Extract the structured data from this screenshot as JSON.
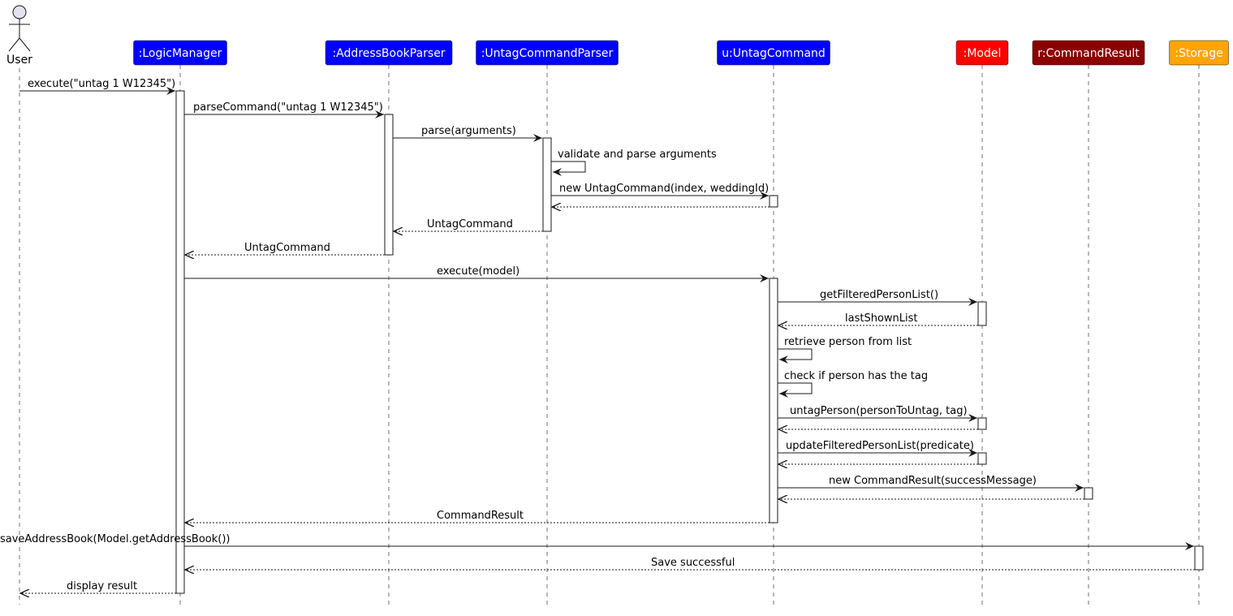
{
  "actor": {
    "name": "User"
  },
  "participants": [
    {
      "id": "lm",
      "label": ":LogicManager",
      "color": "#0000FF",
      "text_color": "#ffffff"
    },
    {
      "id": "abp",
      "label": ":AddressBookParser",
      "color": "#0000FF",
      "text_color": "#ffffff"
    },
    {
      "id": "ucp",
      "label": ":UntagCommandParser",
      "color": "#0000FF",
      "text_color": "#ffffff"
    },
    {
      "id": "uc",
      "label": "u:UntagCommand",
      "color": "#0000FF",
      "text_color": "#ffffff"
    },
    {
      "id": "m",
      "label": ":Model",
      "color": "#FF0000",
      "text_color": "#ffffff"
    },
    {
      "id": "cr",
      "label": "r:CommandResult",
      "color": "#8B0000",
      "text_color": "#ffffff"
    },
    {
      "id": "st",
      "label": ":Storage",
      "color": "#FFA500",
      "text_color": "#ffffff"
    }
  ],
  "messages": [
    {
      "from": "user",
      "to": "lm",
      "label": "execute(\"untag 1 W12345\")",
      "type": "sync"
    },
    {
      "from": "lm",
      "to": "abp",
      "label": "parseCommand(\"untag 1 W12345\")",
      "type": "sync"
    },
    {
      "from": "abp",
      "to": "ucp",
      "label": "parse(arguments)",
      "type": "sync"
    },
    {
      "from": "ucp",
      "to": "ucp",
      "label": "validate and parse arguments",
      "type": "self"
    },
    {
      "from": "ucp",
      "to": "uc",
      "label": "new UntagCommand(index, weddingId)",
      "type": "sync"
    },
    {
      "from": "uc",
      "to": "ucp",
      "label": "",
      "type": "return"
    },
    {
      "from": "ucp",
      "to": "abp",
      "label": "UntagCommand",
      "type": "return"
    },
    {
      "from": "abp",
      "to": "lm",
      "label": "UntagCommand",
      "type": "return"
    },
    {
      "from": "lm",
      "to": "uc",
      "label": "execute(model)",
      "type": "sync"
    },
    {
      "from": "uc",
      "to": "m",
      "label": "getFilteredPersonList()",
      "type": "sync"
    },
    {
      "from": "m",
      "to": "uc",
      "label": "lastShownList",
      "type": "return"
    },
    {
      "from": "uc",
      "to": "uc",
      "label": "retrieve person from list",
      "type": "self"
    },
    {
      "from": "uc",
      "to": "uc",
      "label": "check if person has the tag",
      "type": "self"
    },
    {
      "from": "uc",
      "to": "m",
      "label": "untagPerson(personToUntag, tag)",
      "type": "sync"
    },
    {
      "from": "m",
      "to": "uc",
      "label": "",
      "type": "return"
    },
    {
      "from": "uc",
      "to": "m",
      "label": "updateFilteredPersonList(predicate)",
      "type": "sync"
    },
    {
      "from": "m",
      "to": "uc",
      "label": "",
      "type": "return"
    },
    {
      "from": "uc",
      "to": "cr",
      "label": "new CommandResult(successMessage)",
      "type": "sync"
    },
    {
      "from": "cr",
      "to": "uc",
      "label": "",
      "type": "return"
    },
    {
      "from": "uc",
      "to": "lm",
      "label": "CommandResult",
      "type": "return"
    },
    {
      "from": "lm",
      "to": "st",
      "label": "saveAddressBook(Model.getAddressBook())",
      "type": "sync"
    },
    {
      "from": "st",
      "to": "lm",
      "label": "Save successful",
      "type": "return"
    },
    {
      "from": "lm",
      "to": "user",
      "label": "display result",
      "type": "return"
    }
  ]
}
